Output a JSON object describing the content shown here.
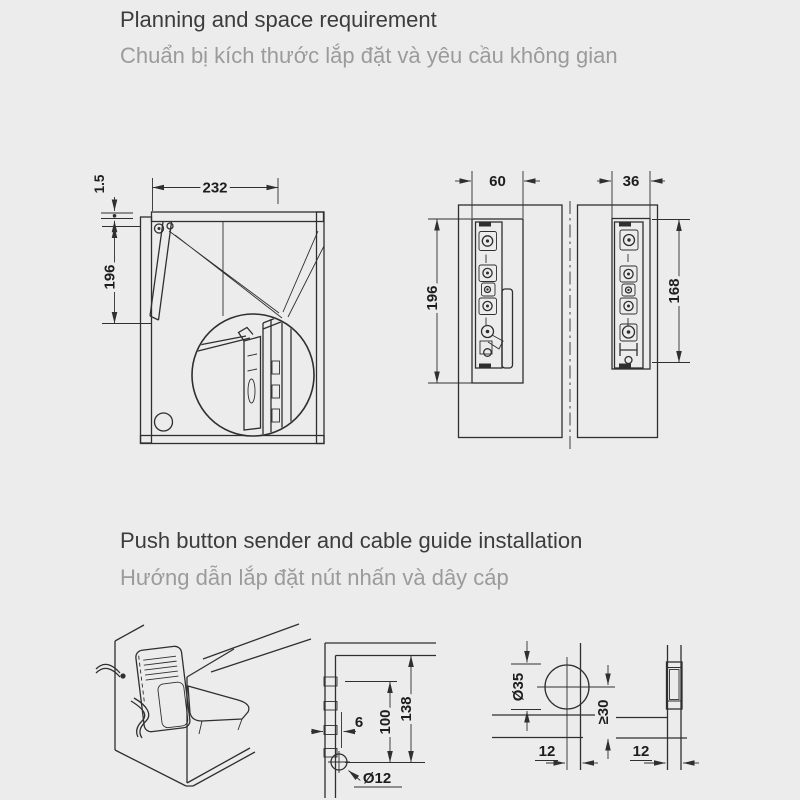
{
  "theme": {
    "background": "#ececec",
    "line": "#2f2f2f",
    "title_color": "#3c3c3c",
    "subtitle_color": "#9b9b9b"
  },
  "sections": [
    {
      "title": "Planning and space requirement",
      "subtitle": "Chuẩn bị kích thước lắp đặt và yêu cầu không gian"
    },
    {
      "title": "Push button sender and cable guide installation",
      "subtitle": "Hướng dẫn lắp đặt nút nhấn và dây cáp"
    }
  ],
  "dims": {
    "gap": "1.5",
    "front_width": "232",
    "front_height": "196",
    "panel_left_width": "60",
    "panel_left_height": "196",
    "panel_right_width": "36",
    "panel_right_height": "168",
    "edge_offset": "6",
    "hole_distance": "100",
    "total_height": "138",
    "cable_hole_dia": "Ø12",
    "button_hole_dia": "Ø35",
    "min_center_distance": "≥30",
    "side_offset_a": "12",
    "side_offset_b": "12"
  }
}
